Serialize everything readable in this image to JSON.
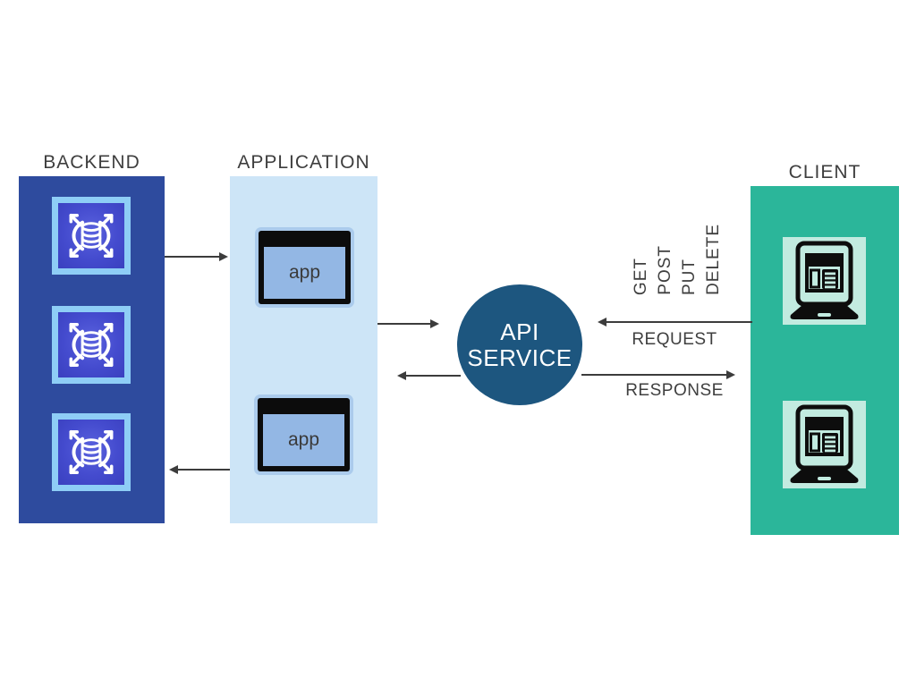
{
  "columns": {
    "backend": {
      "label": "BACKEND"
    },
    "application": {
      "label": "APPLICATION",
      "app_window_label": "app"
    },
    "client": {
      "label": "CLIENT"
    }
  },
  "api_service": {
    "line1": "API",
    "line2": "SERVICE"
  },
  "flow_labels": {
    "request": "REQUEST",
    "response": "RESPONSE"
  },
  "http_methods": [
    "GET",
    "POST",
    "PUT",
    "DELETE"
  ],
  "icons": {
    "backend": "database-scale-icon",
    "application": "app-window-icon",
    "client": "laptop-icon"
  },
  "colors": {
    "backend_column": "#2e4b9e",
    "application_column": "#cde5f7",
    "client_column": "#2bb69a",
    "api_circle": "#1d567f",
    "icon_frame_blue": "#8ecdf6",
    "icon_bg_mint": "#c2ebe0",
    "app_screen": "#93b7e4",
    "arrow_and_text": "#3c3c3c"
  }
}
